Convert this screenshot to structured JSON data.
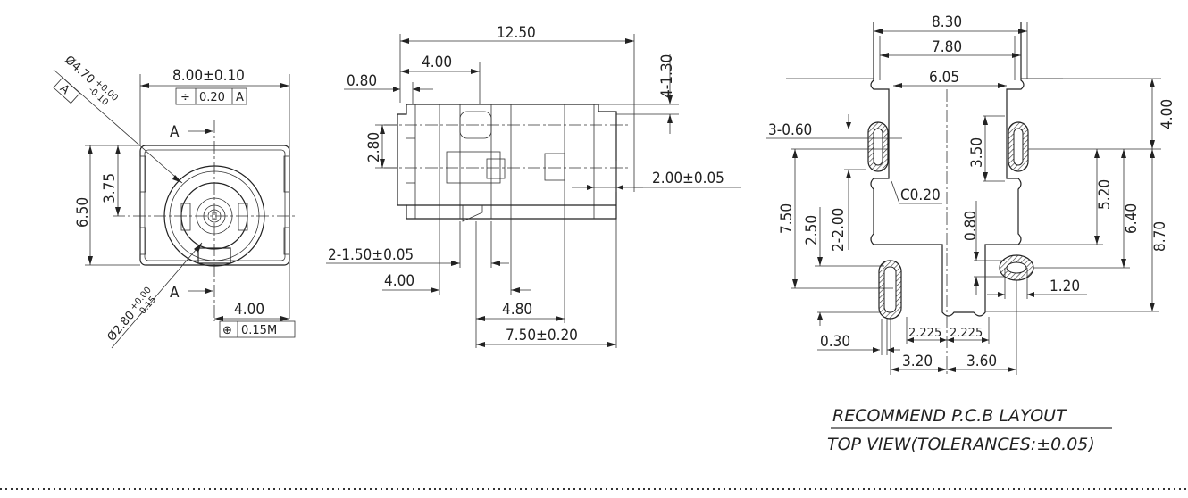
{
  "front_view": {
    "width_dim": "8.00±0.10",
    "tol_symbol": "÷",
    "tol_value": "0.20",
    "tol_datum": "A",
    "height_dim": "6.50",
    "center_height_dim": "3.75",
    "section_top": "A",
    "section_bottom": "A",
    "outer_dia": "Ø4.70",
    "outer_dia_tol_upper": "+0.00",
    "outer_dia_tol_lower": "-0.10",
    "datum_label": "A",
    "pin_dia": "Ø2.80",
    "pin_dia_tol_upper": "+0.00",
    "pin_dia_tol_lower": "-0.15",
    "offset_dim": "4.00",
    "pos_symbol": "⊕",
    "pos_value": "0.15M"
  },
  "side_view": {
    "length_dim": "12.50",
    "dim_4_00_top": "4.00",
    "dim_0_80": "0.80",
    "dim_4_1_30": "4-1.30",
    "dim_2_80": "2.80",
    "dim_2_00": "2.00±0.05",
    "dim_2_1_50": "2-1.50±0.05",
    "dim_4_00_bottom": "4.00",
    "dim_4_80": "4.80",
    "dim_7_50": "7.50±0.20"
  },
  "pcb_layout": {
    "dim_8_30": "8.30",
    "dim_7_80": "7.80",
    "dim_6_05": "6.05",
    "dim_3_0_60": "3-0.60",
    "dim_3_50": "3.50",
    "dim_4_00": "4.00",
    "chamfer": "C0.20",
    "dim_7_50": "7.50",
    "dim_2_50": "2.50",
    "dim_2_2_00": "2-2.00",
    "dim_0_80": "0.80",
    "dim_5_20": "5.20",
    "dim_6_40": "6.40",
    "dim_8_70": "8.70",
    "dim_1_20": "1.20",
    "dim_0_30": "0.30",
    "dim_2_225_left": "2.225",
    "dim_2_225_right": "2.225",
    "dim_3_20": "3.20",
    "dim_3_60": "3.60",
    "caption_title": "RECOMMEND P.C.B LAYOUT",
    "caption_subtitle": "TOP VIEW(TOLERANCES:±0.05)"
  }
}
